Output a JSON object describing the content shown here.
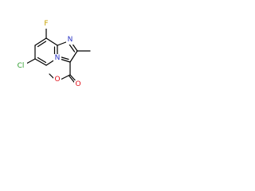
{
  "molecule": {
    "atoms": {
      "fluorine": {
        "symbol": "F",
        "color": "#c7a200"
      },
      "chlorine": {
        "symbol": "Cl",
        "color": "#2e9e2e"
      },
      "ring_nitrogen": {
        "symbol": "N",
        "color": "#2b35c4"
      },
      "bridge_nitrogen": {
        "symbol": "N",
        "color": "#2b35c4"
      },
      "carbonyl_oxygen": {
        "symbol": "O",
        "color": "#e0101a"
      },
      "ester_oxygen": {
        "symbol": "O",
        "color": "#e0101a"
      }
    },
    "bond_color": "#000000"
  }
}
